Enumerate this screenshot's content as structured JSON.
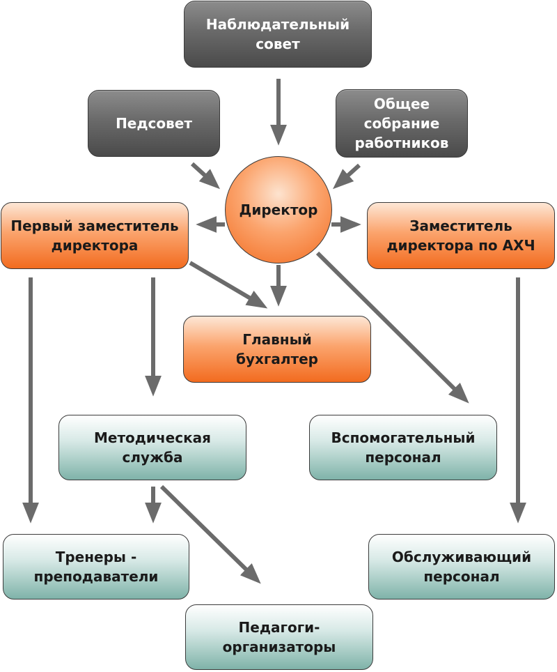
{
  "nodes": {
    "supervisory_board": "Наблюдательный\nсовет",
    "pedsovet": "Педсовет",
    "general_meeting": "Общее\nсобрание\nработников",
    "director": "Директор",
    "first_deputy": "Первый заместитель\nдиректора",
    "deputy_ahch": "Заместитель\nдиректора по АХЧ",
    "chief_accountant": "Главный\nбухгалтер",
    "methodical_service": "Методическая\nслужба",
    "support_staff": "Вспомогательный\nперсонал",
    "coaches": "Тренеры -\nпреподаватели",
    "service_staff": "Обслуживающий\nперсонал",
    "organizers": "Педагоги-\nорганизаторы"
  },
  "colors": {
    "arrow": "#6b6b6b",
    "dark_box": "#6a6a6a",
    "orange_box": "#f4752b",
    "teal_box": "#a9cfc7",
    "border": "#3a3a3a"
  }
}
